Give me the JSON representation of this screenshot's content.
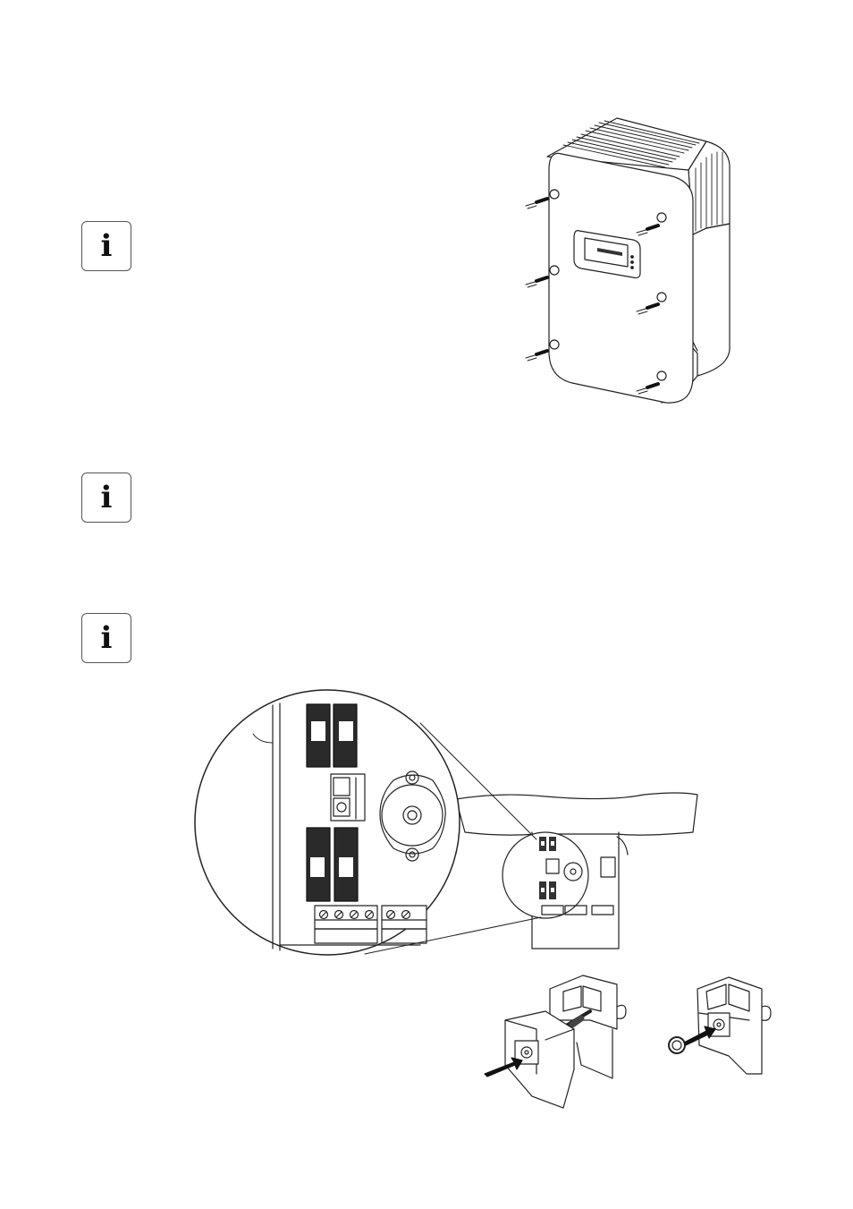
{
  "info_notes": [
    {
      "icon": "info-icon",
      "glyph": "i"
    },
    {
      "icon": "info-icon",
      "glyph": "i"
    },
    {
      "icon": "info-icon",
      "glyph": "i"
    }
  ],
  "illustrations": {
    "enclosure": "inverter-enclosure-mounting-screws",
    "detail": "connection-area-zoom-detail",
    "cover": "terminal-cover-closing-steps"
  }
}
